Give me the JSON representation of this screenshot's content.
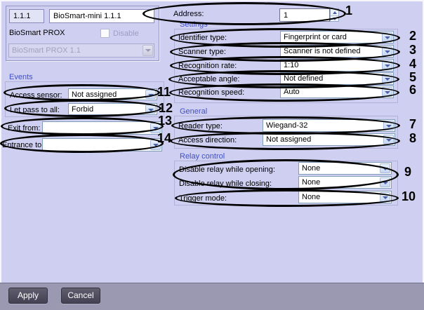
{
  "window": {
    "device_panel": {
      "id_value": "1.1.1",
      "name_value": "BioSmart-mini 1.1.1",
      "type_label": "BioSmart PROX",
      "disable_label": "Disable",
      "parent_value": "BioSmart PROX 1.1"
    },
    "address_row": {
      "label": "Address:",
      "value": "1"
    },
    "groups": {
      "events": {
        "title": "Events",
        "fields": [
          {
            "label": "Access sensor:",
            "value": "Not assigned"
          },
          {
            "label": "Let pass to all:",
            "value": "Forbid"
          }
        ]
      },
      "settings": {
        "title": "Settings",
        "fields": [
          {
            "label": "Identifier type:",
            "value": "Fingerprint or card"
          },
          {
            "label": "Scanner type:",
            "value": "Scanner is not defined"
          },
          {
            "label": "Recognition rate:",
            "value": "1:10"
          },
          {
            "label": "Acceptable angle:",
            "value": "Not defined"
          },
          {
            "label": "Recognition speed:",
            "value": "Auto"
          }
        ]
      },
      "general": {
        "title": "General",
        "fields": [
          {
            "label": "Reader type:",
            "value": "Wiegand-32"
          },
          {
            "label": "Access direction:",
            "value": "Not assigned"
          }
        ]
      },
      "relay": {
        "title": "Relay control",
        "fields": [
          {
            "label": "Disable relay while opening:",
            "value": "None"
          },
          {
            "label": "Disable relay while closing:",
            "value": "None"
          },
          {
            "label": "Trigger mode:",
            "value": "None"
          }
        ]
      }
    },
    "loose_fields": [
      {
        "label": "Exit from:",
        "value": ""
      },
      {
        "label": "Entrance to:",
        "value": ""
      }
    ],
    "footer": {
      "apply": "Apply",
      "cancel": "Cancel"
    }
  },
  "callouts": [
    "1",
    "2",
    "3",
    "4",
    "5",
    "6",
    "7",
    "8",
    "9",
    "10",
    "11",
    "12",
    "13",
    "14"
  ],
  "colors": {
    "background": "#cfcff1",
    "section_title": "#3f51c8",
    "footer_bar": "#9b98b2",
    "button": "#504e5e",
    "button_text": "#ffffff",
    "callout": "#000000",
    "combo_border": "#7f9db9",
    "disabled_text": "#a1a1bd"
  }
}
